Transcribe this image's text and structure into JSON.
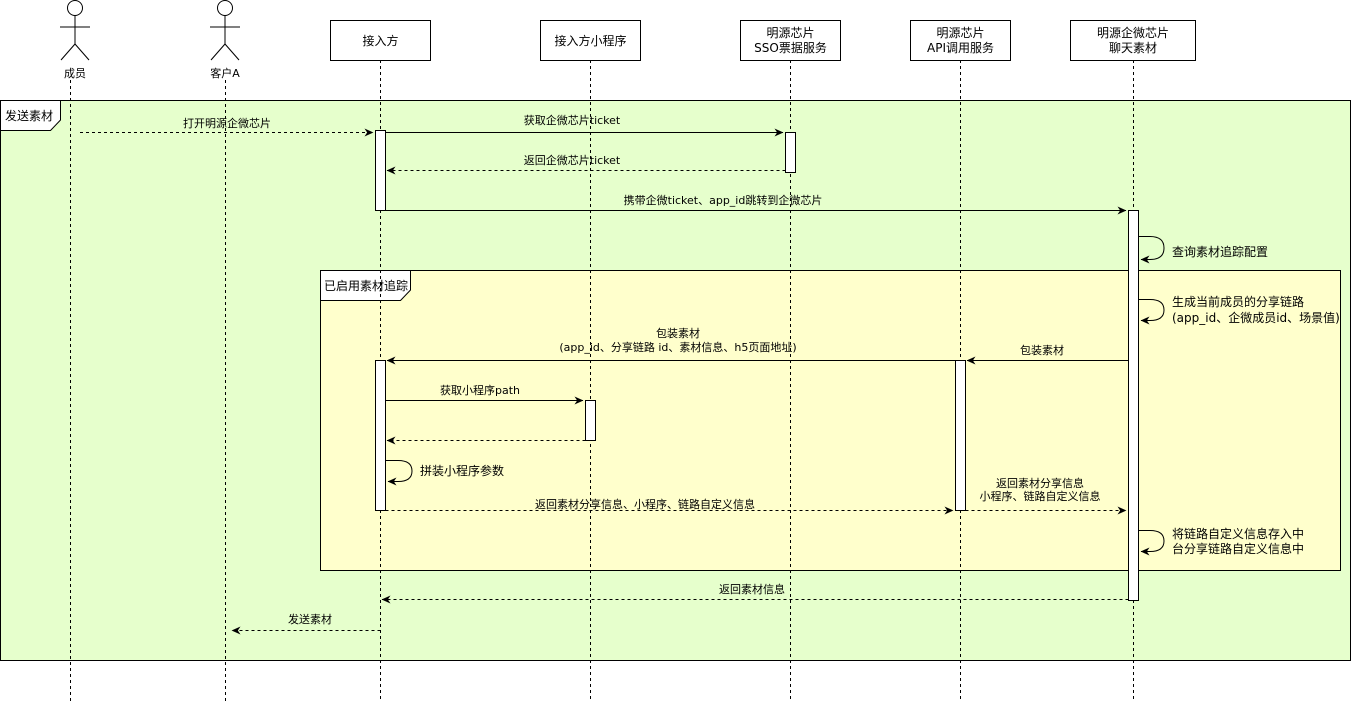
{
  "actors": [
    {
      "id": "member",
      "label": "成员"
    },
    {
      "id": "customer",
      "label": "客户A"
    }
  ],
  "participants": [
    {
      "id": "integrator",
      "lines": [
        "接入方"
      ]
    },
    {
      "id": "miniprogram",
      "lines": [
        "接入方小程序"
      ]
    },
    {
      "id": "sso",
      "lines": [
        "明源芯片",
        "SSO票据服务"
      ]
    },
    {
      "id": "api",
      "lines": [
        "明源芯片",
        "API调用服务"
      ]
    },
    {
      "id": "chat",
      "lines": [
        "明源企微芯片",
        "聊天素材"
      ]
    }
  ],
  "frames": {
    "outer": {
      "label": "发送素材"
    },
    "inner": {
      "label": "已启用素材追踪"
    }
  },
  "messages": [
    {
      "id": "m1",
      "lines": [
        "打开明源企微芯片"
      ]
    },
    {
      "id": "m2",
      "lines": [
        "获取企微芯片ticket"
      ]
    },
    {
      "id": "m3",
      "lines": [
        "返回企微芯片ticket"
      ]
    },
    {
      "id": "m4",
      "lines": [
        "携带企微ticket、app_id跳转到企微芯片"
      ]
    },
    {
      "id": "m5",
      "lines": [
        "查询素材追踪配置"
      ]
    },
    {
      "id": "m6",
      "lines": [
        "生成当前成员的分享链路",
        "(app_id、企微成员id、场景值)"
      ]
    },
    {
      "id": "m7",
      "lines": [
        "包装素材"
      ]
    },
    {
      "id": "m8",
      "lines": [
        "包装素材",
        "(app_id、分享链路 id、素材信息、h5页面地址)"
      ]
    },
    {
      "id": "m9",
      "lines": [
        "获取小程序path"
      ]
    },
    {
      "id": "m10",
      "lines": []
    },
    {
      "id": "m11",
      "lines": [
        "拼装小程序参数"
      ]
    },
    {
      "id": "m12",
      "lines": [
        "返回素材分享信息、小程序、链路自定义信息"
      ]
    },
    {
      "id": "m13",
      "lines": [
        "返回素材分享信息",
        "小程序、链路自定义信息"
      ]
    },
    {
      "id": "m14",
      "lines": [
        "将链路自定义信息存入中",
        "台分享链路自定义信息中"
      ]
    },
    {
      "id": "m15",
      "lines": [
        "返回素材信息"
      ]
    },
    {
      "id": "m16",
      "lines": [
        "发送素材"
      ]
    }
  ],
  "colors": {
    "outer_frame_fill": "#E6FFCC",
    "inner_frame_fill": "#FFFFCC",
    "stroke": "#000000",
    "box_fill": "#FFFFFF"
  }
}
